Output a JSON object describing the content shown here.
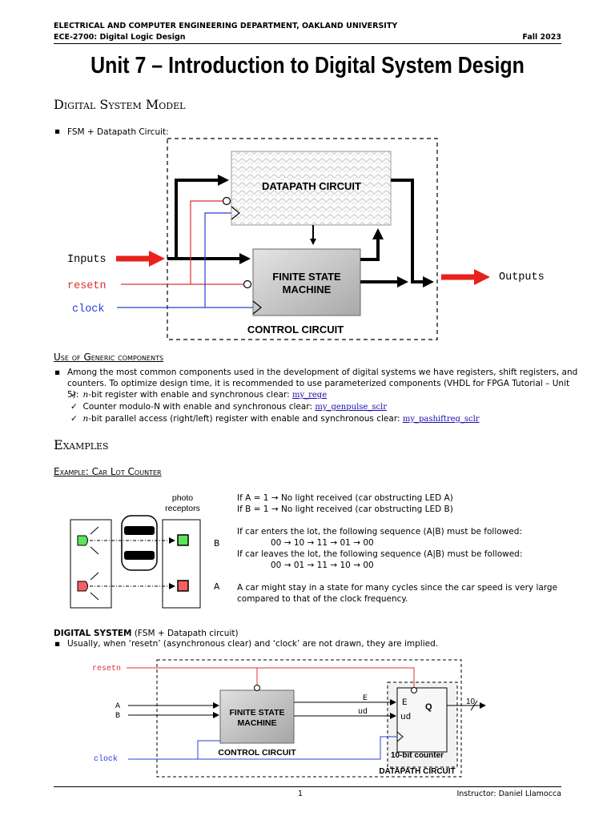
{
  "header": {
    "dept": "ELECTRICAL AND COMPUTER ENGINEERING DEPARTMENT, OAKLAND UNIVERSITY",
    "course": "ECE-2700: Digital Logic Design",
    "term": "Fall 2023"
  },
  "title": "Unit 7 – Introduction to Digital System Design",
  "section_model": {
    "heading": "Digital System Model",
    "bullet": "FSM + Datapath Circuit:",
    "diagram": {
      "datapath": "DATAPATH CIRCUIT",
      "fsm_l1": "FINITE STATE",
      "fsm_l2": "MACHINE",
      "control": "CONTROL CIRCUIT",
      "inputs": "Inputs",
      "resetn": "resetn",
      "clock": "clock",
      "outputs": "Outputs"
    }
  },
  "section_generic": {
    "heading": "Use of Generic components",
    "bullet_l1": "Among the most common components used in the development of digital systems we have registers, shift registers, and",
    "bullet_l2": "counters. To optimize design time, it is recommended to use parameterized components (VHDL for FPGA Tutorial – Unit 5):",
    "items": [
      {
        "n": "n",
        "text": "-bit register with enable and synchronous clear: ",
        "link": "my_rege"
      },
      {
        "n": "",
        "text": "Counter modulo-N with enable and synchronous clear: ",
        "link": "my_genpulse_sclr"
      },
      {
        "n": "n",
        "text": "-bit parallel access (right/left) register with enable and synchronous clear: ",
        "link": "my_pashiftreg_sclr"
      }
    ],
    "check": "✓"
  },
  "section_examples": {
    "heading": "Examples",
    "example_title": "Example: Car Lot Counter",
    "photo_l1": "photo",
    "photo_l2": "receptors",
    "label_b": "B",
    "label_a": "A",
    "notes": [
      "If A = 1 → No light received (car obstructing LED A)",
      "If B = 1 → No light received (car obstructing LED B)",
      "If car enters the lot, the following sequence (A|B) must be followed:",
      "00 → 10 → 11 → 01 → 00",
      "If car leaves the lot, the following sequence (A|B) must be followed:",
      "00 → 01 → 11 → 10 → 00",
      "A car might stay in a state for many cycles since the car speed is very large",
      "compared to that of the clock frequency."
    ]
  },
  "section_digital": {
    "heading_bold": "DIGITAL SYSTEM",
    "heading_rest": " (FSM + Datapath circuit)",
    "bullet": "Usually, when ‘resetn’ (asynchronous clear) and ‘clock’ are not drawn, they are implied.",
    "diagram": {
      "resetn": "resetn",
      "a": "A",
      "b": "B",
      "clock": "clock",
      "fsm_l1": "FINITE STATE",
      "fsm_l2": "MACHINE",
      "control": "CONTROL CIRCUIT",
      "e": "E",
      "ud": "ud",
      "cnt_e": "E",
      "cnt_ud": "ud",
      "cnt_q": "Q",
      "bus": "10",
      "counter": "10-bit counter",
      "datapath": "DATAPATH CIRCUIT"
    }
  },
  "footer": {
    "page": "1",
    "instructor": "Instructor: Daniel Llamocca"
  },
  "colors": {
    "red_arrow": "#e8211b",
    "reset_line": "#e03030",
    "clock_line": "#2a3fd6",
    "block_fill": "#c8c8c8"
  }
}
